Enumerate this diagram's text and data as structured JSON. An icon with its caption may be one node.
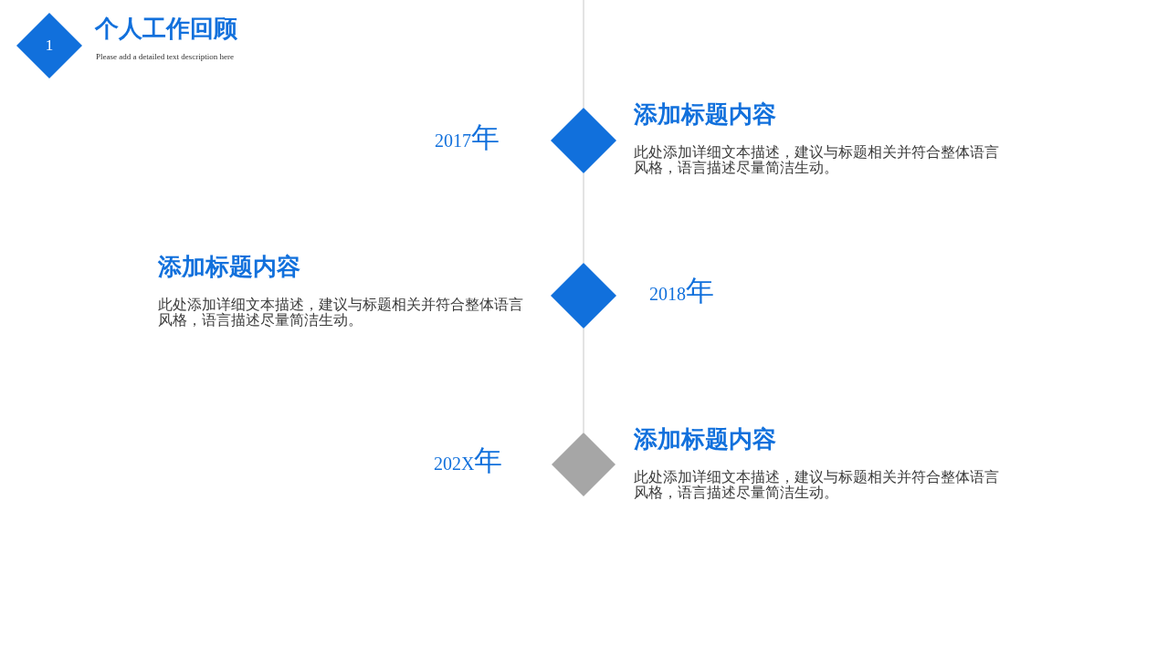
{
  "diagram": {
    "title": "个人工作回顾",
    "nodes": [
      {
        "text": [
          "1"
        ]
      },
      {
        "text": [],
        "shape": "diamond",
        "beside": [
          "2017年",
          "添加标题内容",
          "此处添加详细文本描述，建议与标题相关并符合整体语言风格，语言描述尽量简洁生动。"
        ]
      },
      {
        "text": [],
        "shape": "diamond",
        "beside": [
          "2018年",
          "添加标题内容",
          "此处添加详细文本描述，建议与标题相关并符合整体语言风格，语言描述尽量简洁生动。"
        ]
      },
      {
        "text": [],
        "shape": "diamond",
        "beside": [
          "202X年",
          "添加标题内容",
          "此处添加详细文本描述，建议与标题相关并符合整体语言风格，语言描述尽量简洁生动。"
        ]
      }
    ],
    "edges": [
      {
        "from": null,
        "to": 1,
        "arrow": "none"
      },
      {
        "from": 1,
        "to": 2,
        "arrow": "none"
      },
      {
        "from": 2,
        "to": 3,
        "arrow": "none"
      }
    ],
    "labels": [
      "Please add a detailed text description here"
    ]
  }
}
